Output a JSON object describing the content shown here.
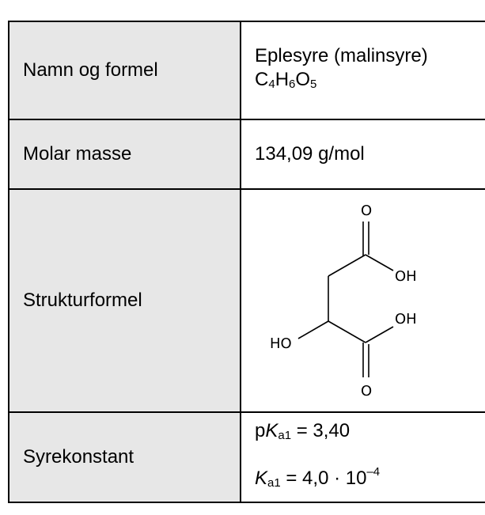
{
  "table": {
    "rows": [
      {
        "label": "Namn og formel",
        "name": "Eplesyre (malinsyre)",
        "formula": {
          "C": "C",
          "n_C": "4",
          "H": "H",
          "n_H": "6",
          "O": "O",
          "n_O": "5"
        }
      },
      {
        "label": "Molar masse",
        "value": "134,09 g/mol"
      },
      {
        "label": "Strukturformel",
        "structure": {
          "atom_o_top": "O",
          "group_oh_upper": "OH",
          "group_oh_lower": "OH",
          "group_ho": "HO",
          "atom_o_bottom": "O"
        }
      },
      {
        "label": "Syrekonstant",
        "pka": {
          "p": "p",
          "k": "K",
          "sub": "a1",
          "rest": " = 3,40"
        },
        "ka": {
          "k": "K",
          "sub": "a1",
          "rest": " = 4,0 · 10",
          "exp": "–4"
        }
      }
    ]
  }
}
